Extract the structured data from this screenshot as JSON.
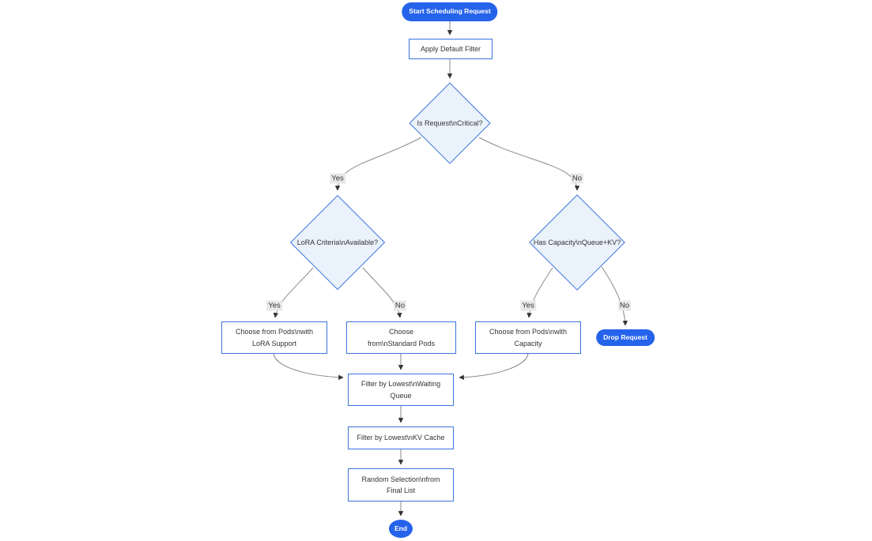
{
  "flowchart": {
    "nodes": {
      "start": {
        "label": "Start Scheduling Request",
        "shape": "pill"
      },
      "apply_filter": {
        "label": "Apply Default Filter",
        "shape": "rect"
      },
      "is_critical": {
        "label": "Is Request\\nCritical?",
        "shape": "diamond"
      },
      "lora_criteria": {
        "label": "LoRA Criteria\\nAvailable?",
        "shape": "diamond"
      },
      "has_capacity": {
        "label": "Has Capacity\\nQueue+KV?",
        "shape": "diamond"
      },
      "lora_pods": {
        "label": "Choose from Pods\\nwith LoRA Support",
        "shape": "rect"
      },
      "standard_pods": {
        "label": "Choose from\\nStandard Pods",
        "shape": "rect"
      },
      "capacity_pods": {
        "label": "Choose from Pods\\nwith Capacity",
        "shape": "rect"
      },
      "drop_request": {
        "label": "Drop Request",
        "shape": "pill"
      },
      "filter_queue": {
        "label": "Filter by Lowest\\nWaiting Queue",
        "shape": "rect"
      },
      "filter_kv": {
        "label": "Filter by Lowest\\nKV Cache",
        "shape": "rect"
      },
      "random_selection": {
        "label": "Random Selection\\nfrom Final List",
        "shape": "rect"
      },
      "end": {
        "label": "End",
        "shape": "pill"
      }
    },
    "edge_labels": {
      "critical_yes": "Yes",
      "critical_no": "No",
      "lora_yes": "Yes",
      "lora_no": "No",
      "capacity_yes": "Yes",
      "capacity_no": "No"
    },
    "colors": {
      "pill_fill": "#2563eb",
      "pill_text": "#ffffff",
      "node_border": "#3b74dc",
      "node_fill": "#ffffff",
      "decision_fill": "#eaf2fc",
      "text": "#333333",
      "edge_line": "#8a8a8a",
      "arrowhead": "#333333",
      "edge_label_bg": "#e8e8e8"
    }
  }
}
